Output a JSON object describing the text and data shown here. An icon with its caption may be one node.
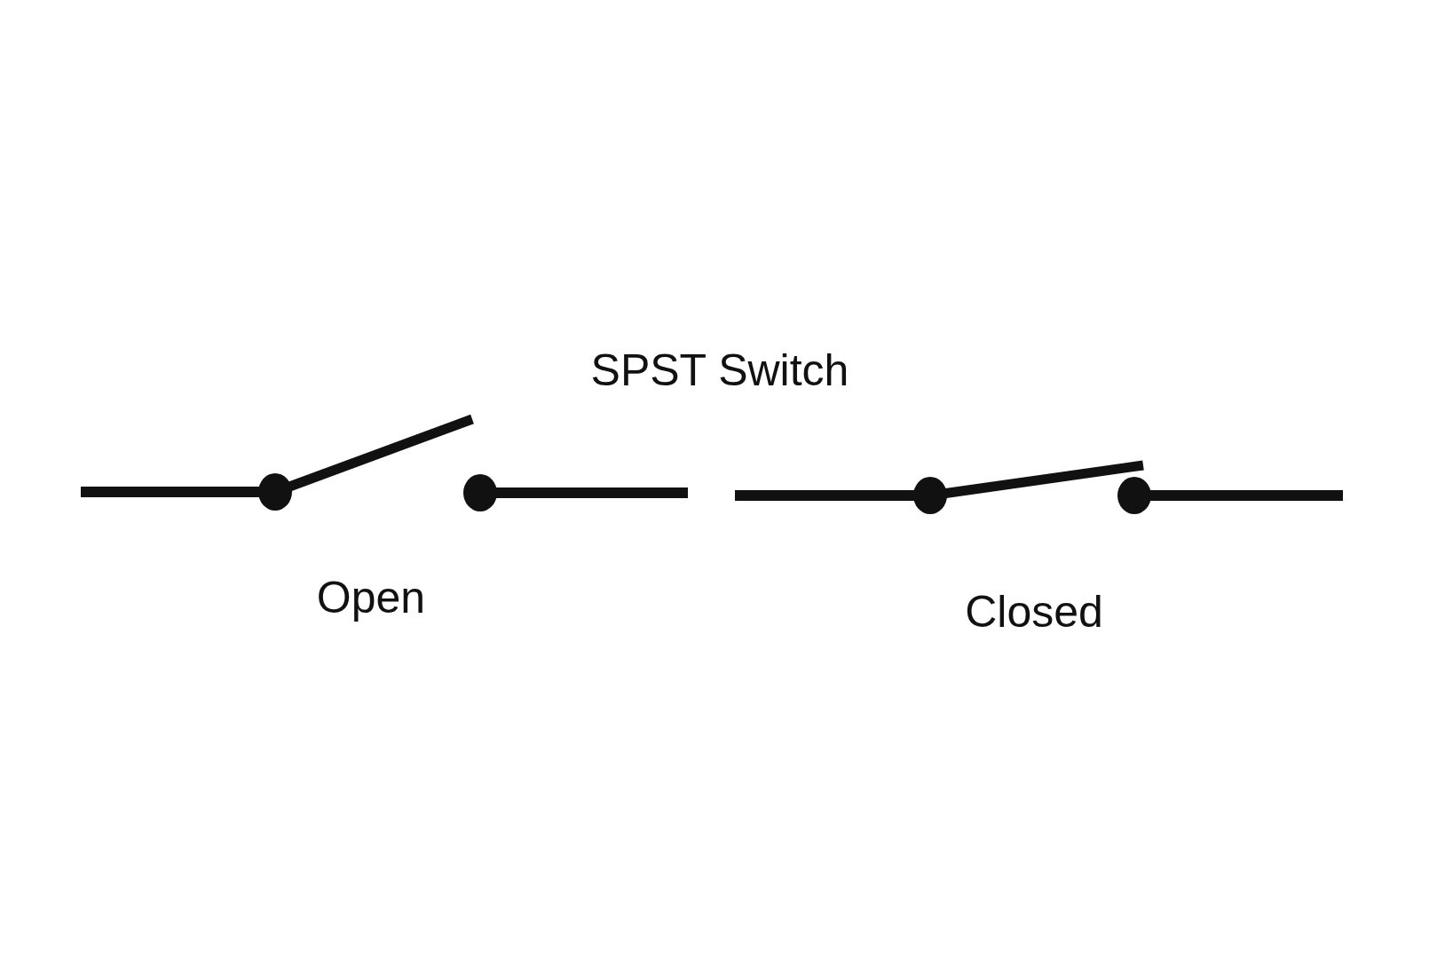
{
  "diagram": {
    "title": "SPST Switch",
    "labels": [
      "Open",
      "Closed"
    ]
  }
}
